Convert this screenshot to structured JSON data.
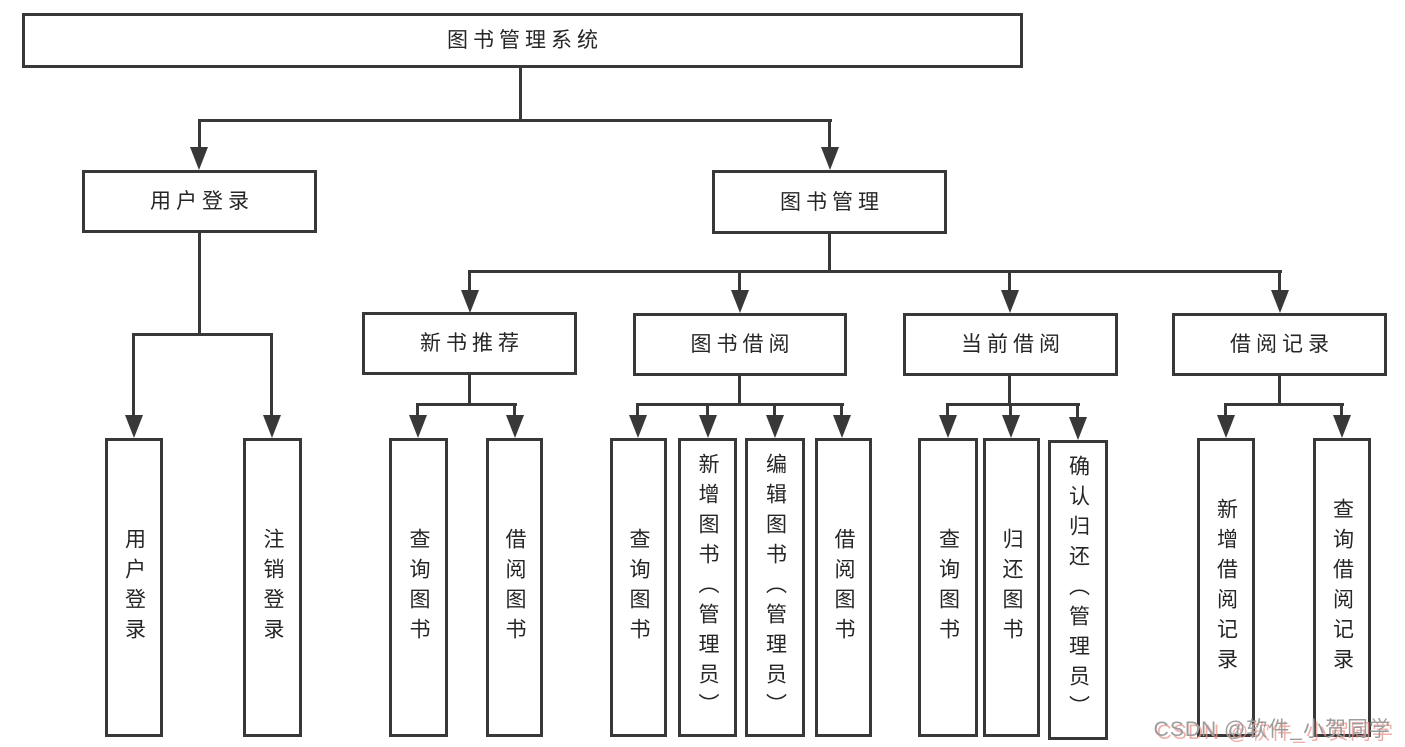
{
  "tree": {
    "root": {
      "label": "图书管理系统",
      "children": [
        {
          "label": "用户登录",
          "children": [
            {
              "label": "用户登录"
            },
            {
              "label": "注销登录"
            }
          ]
        },
        {
          "label": "图书管理",
          "children": [
            {
              "label": "新书推荐",
              "children": [
                {
                  "label": "查询图书"
                },
                {
                  "label": "借阅图书"
                }
              ]
            },
            {
              "label": "图书借阅",
              "children": [
                {
                  "label": "查询图书"
                },
                {
                  "label": "新增图书（管理员）"
                },
                {
                  "label": "编辑图书（管理员）"
                },
                {
                  "label": "借阅图书"
                }
              ]
            },
            {
              "label": "当前借阅",
              "children": [
                {
                  "label": "查询图书"
                },
                {
                  "label": "归还图书"
                },
                {
                  "label": "确认归还（管理员）"
                }
              ]
            },
            {
              "label": "借阅记录",
              "children": [
                {
                  "label": "新增借阅记录"
                },
                {
                  "label": "查询借阅记录"
                }
              ]
            }
          ]
        }
      ]
    }
  },
  "watermark": {
    "text": "CSDN @软件_小贺同学"
  },
  "colors": {
    "line": "#383838",
    "text": "#262626",
    "watermark_gray": "#9c9c9c",
    "watermark_shadow": "#e9968c"
  }
}
